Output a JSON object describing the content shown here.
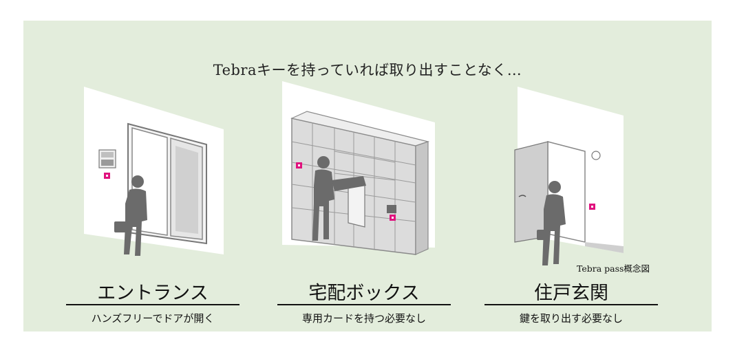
{
  "headline": "Tebraキーを持っていれば取り出すことなく…",
  "caption": "Tebra pass概念図",
  "scenes": [
    {
      "title": "エントランス",
      "subtitle": "ハンズフリーでドアが開く"
    },
    {
      "title": "宅配ボックス",
      "subtitle": "専用カードを持つ必要なし"
    },
    {
      "title": "住戸玄関",
      "subtitle": "鍵を取り出す必要なし"
    }
  ],
  "colors": {
    "background": "#e3eddc",
    "wall": "#ffffff",
    "figure": "#6b6b6b",
    "key_tag": "#e0127e",
    "locker": "#dcdcdc"
  }
}
